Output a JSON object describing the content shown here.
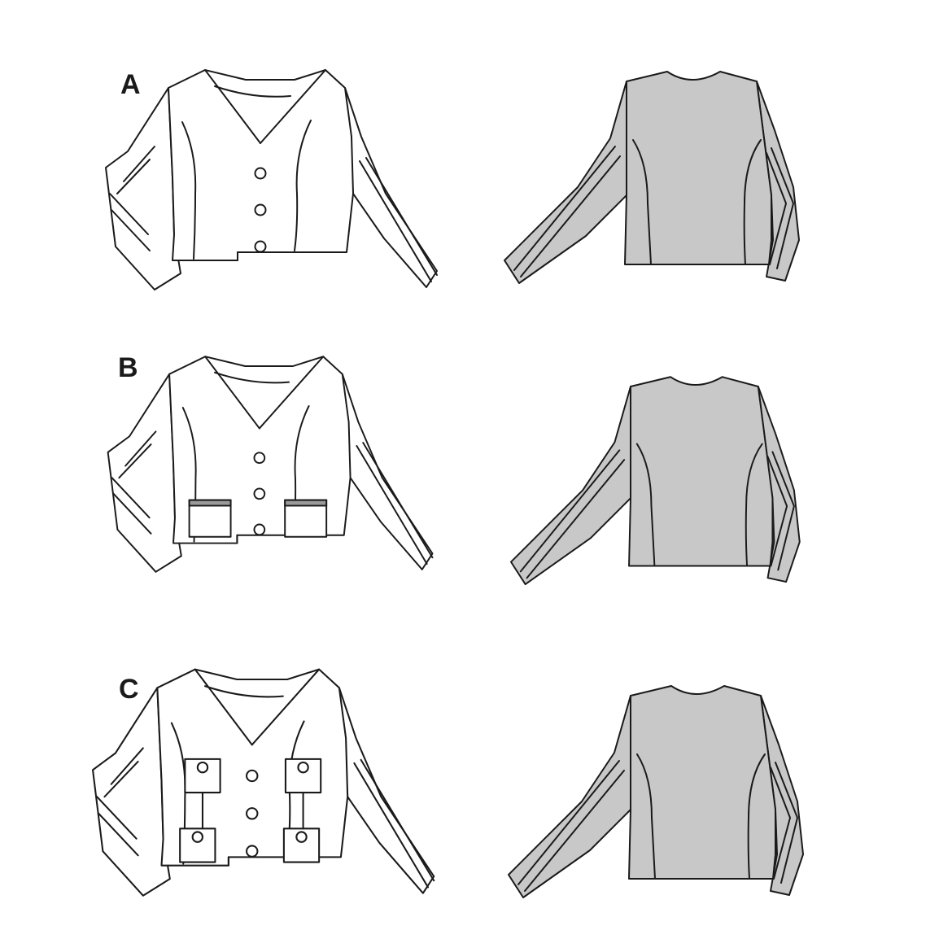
{
  "colors": {
    "background": "#ffffff",
    "line": "#1a1a1a",
    "back_fill": "#c8c8c8",
    "front_fill": "#ffffff",
    "pocket_band": "#9a9a9a"
  },
  "views": [
    {
      "label": "A",
      "variant": "jacket-plain",
      "front_fill": "white",
      "back_fill": "grey"
    },
    {
      "label": "B",
      "variant": "jacket-with-flap-pockets",
      "front_fill": "white",
      "back_fill": "grey"
    },
    {
      "label": "C",
      "variant": "jacket-with-four-button-pockets",
      "front_fill": "white",
      "back_fill": "grey"
    }
  ]
}
